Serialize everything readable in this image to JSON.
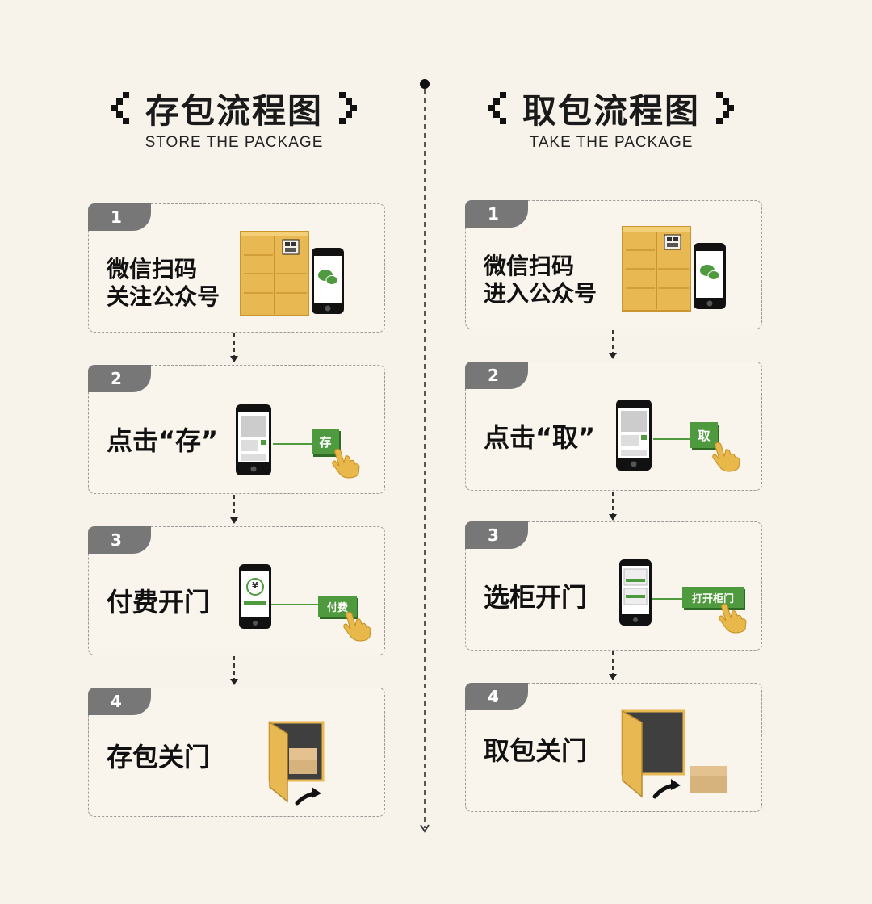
{
  "store": {
    "title": "存包流程图",
    "subtitle": "STORE THE PACKAGE",
    "steps": [
      {
        "num": "1",
        "line1": "微信扫码",
        "line2": "关注公众号"
      },
      {
        "num": "2",
        "label": "点击“存”",
        "button": "存"
      },
      {
        "num": "3",
        "label": "付费开门",
        "button": "付费",
        "currency": "¥"
      },
      {
        "num": "4",
        "label": "存包关门"
      }
    ]
  },
  "take": {
    "title": "取包流程图",
    "subtitle": "TAKE THE PACKAGE",
    "steps": [
      {
        "num": "1",
        "line1": "微信扫码",
        "line2": "进入公众号"
      },
      {
        "num": "2",
        "label": "点击“取”",
        "button": "取"
      },
      {
        "num": "3",
        "label": "选柜开门",
        "button": "打开柜门"
      },
      {
        "num": "4",
        "label": "取包关门"
      }
    ]
  },
  "colors": {
    "background": "#f7f2ea",
    "locker": "#e8b953",
    "green": "#4f9a3e",
    "tab": "#777777",
    "box": "#d6b27c"
  }
}
